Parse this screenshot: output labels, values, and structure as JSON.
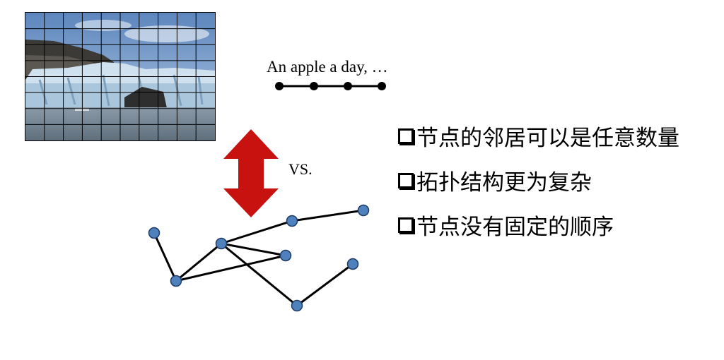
{
  "sequence_text": "An apple a day, …",
  "vs_label": "VS.",
  "bullets": [
    {
      "text": "节点的邻居可以是任意数量"
    },
    {
      "text": "拓扑结构更为复杂"
    },
    {
      "text": "节点没有固定的顺序"
    }
  ],
  "colors": {
    "arrow": "#c8120f",
    "node_fill": "#4f81bd",
    "node_stroke": "#1f3b66",
    "edge": "#000000"
  }
}
